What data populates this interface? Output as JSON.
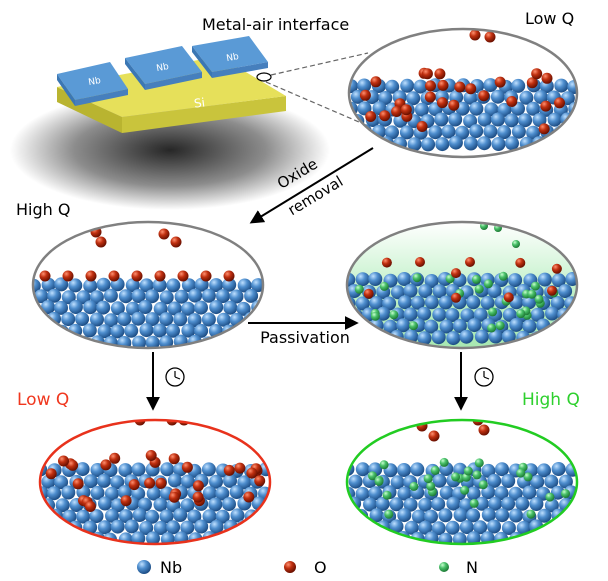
{
  "labels": {
    "interface": "Metal-air interface",
    "top_right_q": "Low Q",
    "mid_left_q": "High Q",
    "bottom_left_q": "Low Q",
    "bottom_right_q": "High Q",
    "oxide_line1": "Oxide",
    "oxide_line2": "removal",
    "passivation": "Passivation",
    "chip_electrode_1": "Nb",
    "chip_electrode_2": "Nb",
    "chip_electrode_3": "Nb",
    "substrate": "Si"
  },
  "legend": [
    {
      "label": "Nb",
      "color": "#4f8fcf"
    },
    {
      "label": "O",
      "color": "#c03010"
    },
    {
      "label": "N",
      "color": "#49c069"
    }
  ],
  "colors": {
    "nb_atom": "#4f8fcf",
    "o_atom": "#c03010",
    "n_atom": "#49c069",
    "low_q_text": "#f0371e",
    "high_q_text": "#2ed02e",
    "low_q_border": "#e8321c",
    "high_q_border": "#22cc22",
    "neutral_border": "#808080",
    "nitride_glow": "#bff0c6",
    "chip_top": "#e6e05a",
    "chip_side": "#c9c43c",
    "electrode": "#5a9ad6"
  },
  "icons": {
    "timer": "clock-icon"
  }
}
